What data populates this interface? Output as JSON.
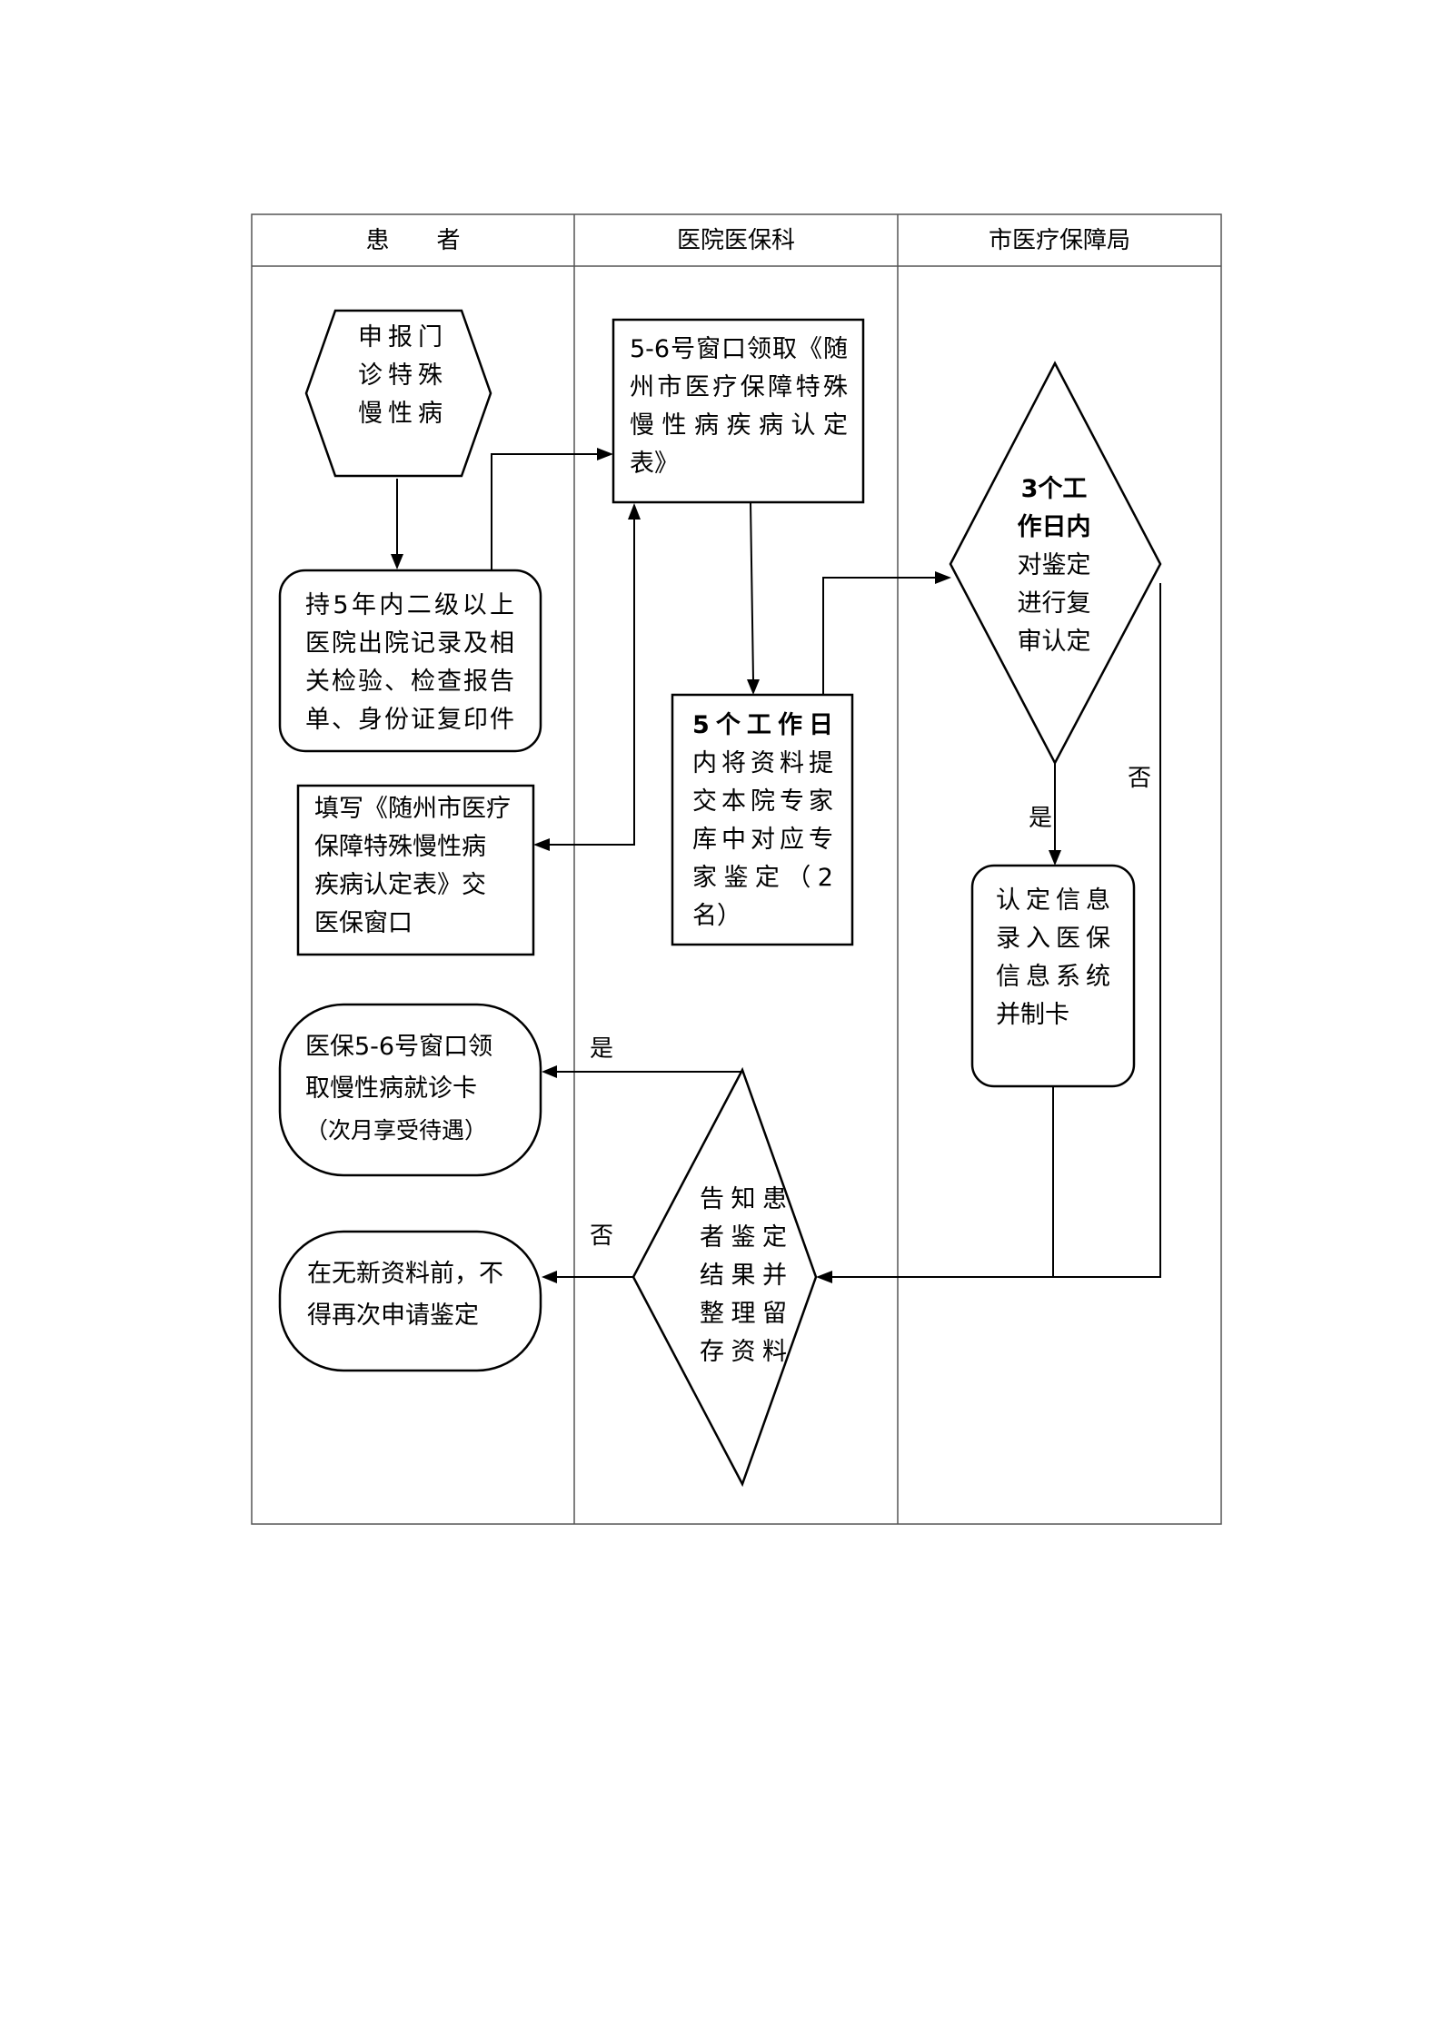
{
  "lanes": [
    "患　　者",
    "医院医保科",
    "市医疗保障局"
  ],
  "nodes": {
    "start": [
      "申报门",
      "诊特殊",
      "慢性病"
    ],
    "hold_records": [
      "持5年内二级以上",
      "医院出院记录及相",
      "关检验、检查报告",
      "单、身份证复印件"
    ],
    "fill_form": [
      "填写《随州市医疗",
      "保障特殊慢性病",
      "疾病认定表》交",
      "医保窗口"
    ],
    "receive_card": [
      "医保5-6号窗口领",
      "取慢性病就诊卡",
      "（次月享受待遇）"
    ],
    "no_reapply": [
      "在无新资料前，不",
      "得再次申请鉴定"
    ],
    "get_form": [
      "5-6号窗口领取《随",
      "州市医疗保障特殊",
      "慢性病疾病认定",
      "表》"
    ],
    "expert_review_lead": "5个工作日",
    "expert_review": [
      "内将资料提",
      "交本院专家",
      "库中对应专",
      "家鉴定（2",
      "名）"
    ],
    "notify_decision": [
      "告知患",
      "者鉴定",
      "结果并",
      "整理留",
      "存资料"
    ],
    "bureau_review_lead": [
      "3个工",
      "作日内"
    ],
    "bureau_review": [
      "对鉴定",
      "进行复",
      "审认定"
    ],
    "record_card": [
      "认定信息",
      "录入医保",
      "信息系统",
      "并制卡"
    ]
  },
  "labels": {
    "bureau_no": "否",
    "bureau_yes": "是",
    "notify_yes": "是",
    "notify_no": "否"
  }
}
